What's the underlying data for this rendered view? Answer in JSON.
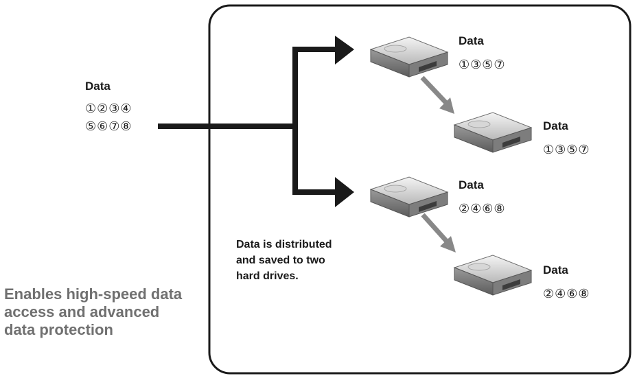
{
  "source": {
    "label": "Data",
    "row1": "①②③④",
    "row2": "⑤⑥⑦⑧"
  },
  "drives": [
    {
      "label": "Data",
      "nums": "①③⑤⑦"
    },
    {
      "label": "Data",
      "nums": "①③⑤⑦"
    },
    {
      "label": "Data",
      "nums": "②④⑥⑧"
    },
    {
      "label": "Data",
      "nums": "②④⑥⑧"
    }
  ],
  "note": {
    "line1": "Data is distributed",
    "line2": "and saved to two",
    "line3": "hard drives."
  },
  "tagline": {
    "line1": "Enables high-speed data",
    "line2": "access and advanced",
    "line3": "data protection"
  },
  "icons": [
    "hard-drive-icon",
    "arrow-right-icon",
    "arrow-diagonal-icon"
  ],
  "colors": {
    "line": "#1a1a1a",
    "mirror_arrow": "#888888",
    "tagline": "#707070",
    "frame": "#1a1a1a"
  }
}
